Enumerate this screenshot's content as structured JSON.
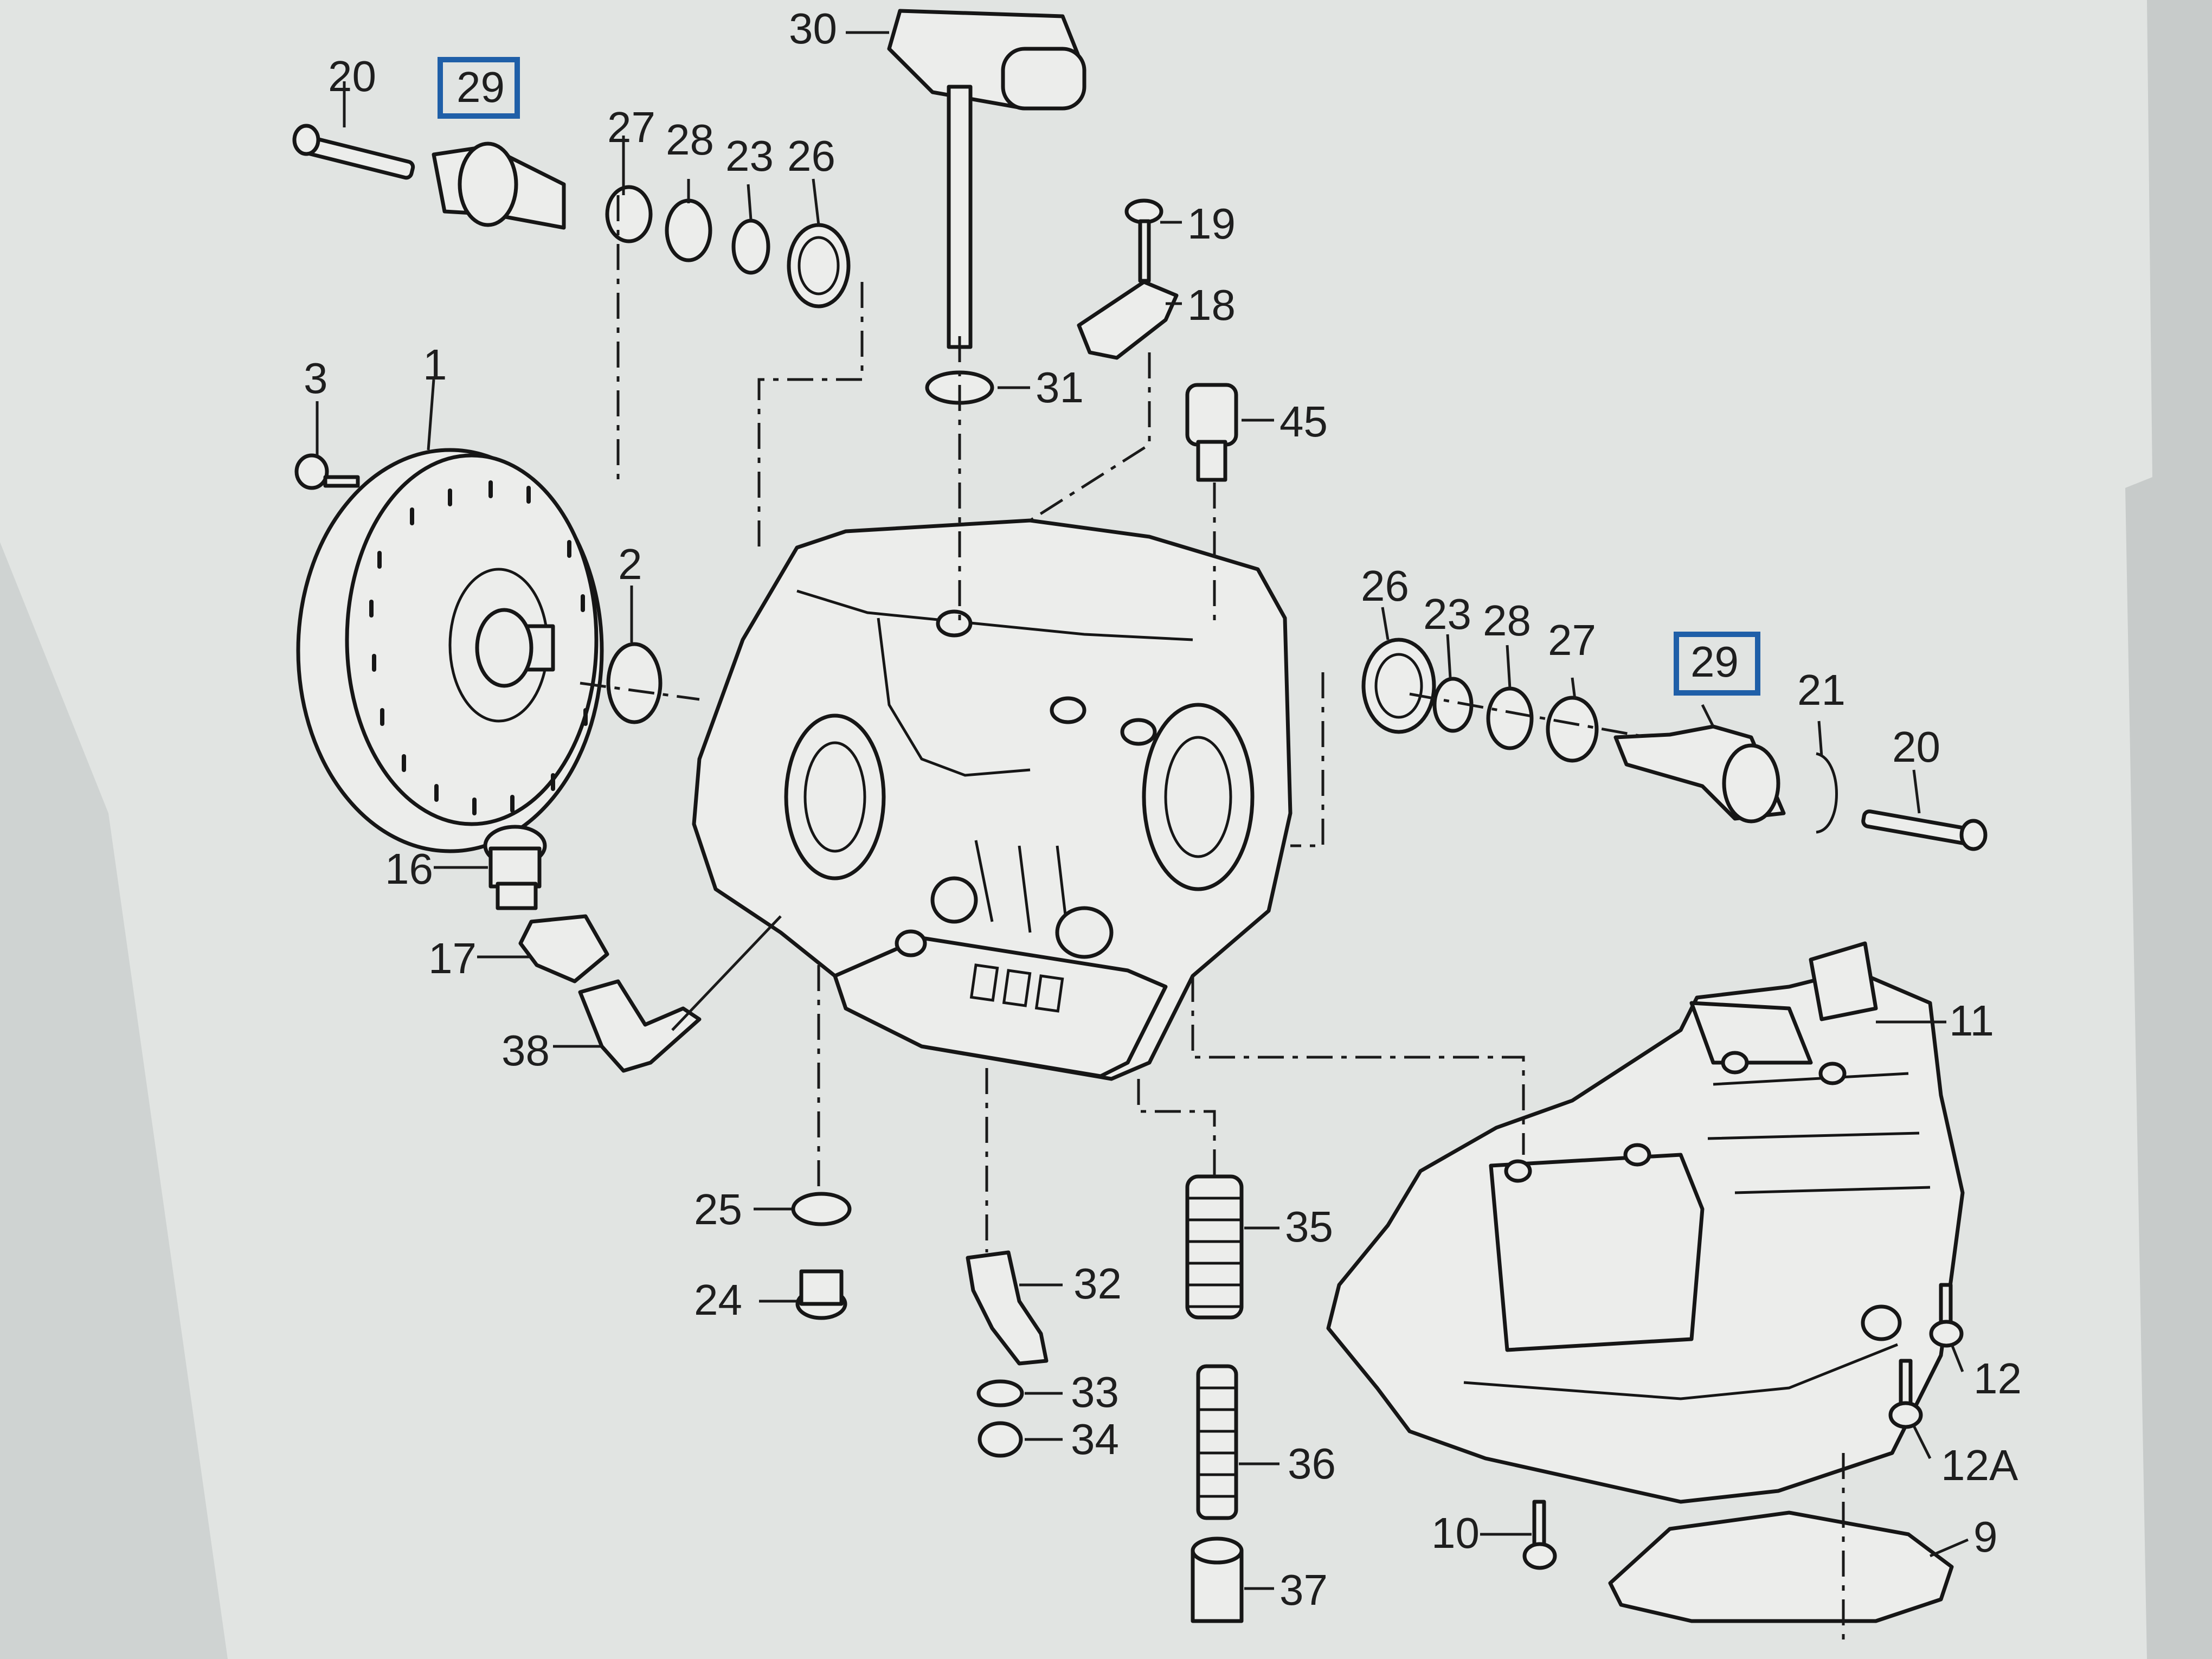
{
  "highlight_color": "#1f5fa8",
  "labels": {
    "l1": "1",
    "l2": "2",
    "l3": "3",
    "l9": "9",
    "l10": "10",
    "l11": "11",
    "l12": "12",
    "l12a": "12A",
    "l16": "16",
    "l17": "17",
    "l18": "18",
    "l19": "19",
    "l20a": "20",
    "l20b": "20",
    "l21": "21",
    "l23a": "23",
    "l23b": "23",
    "l24": "24",
    "l25": "25",
    "l26a": "26",
    "l26b": "26",
    "l27a": "27",
    "l27b": "27",
    "l28a": "28",
    "l28b": "28",
    "l29a": "29",
    "l29b": "29",
    "l30": "30",
    "l31": "31",
    "l32": "32",
    "l33": "33",
    "l34": "34",
    "l35": "35",
    "l36": "36",
    "l37": "37",
    "l38": "38",
    "l45": "45"
  }
}
